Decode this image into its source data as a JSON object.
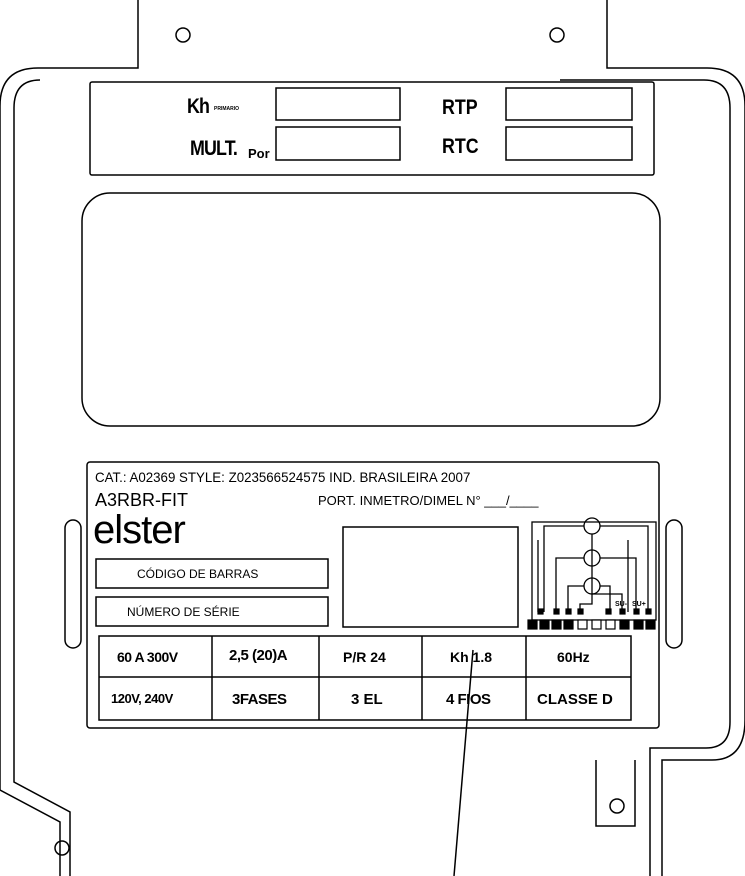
{
  "header": {
    "kh_label": "Kh",
    "kh_sub": "PRIMARIO",
    "mult_label": "MULT.",
    "mult_sub": "Por",
    "rtp_label": "RTP",
    "rtc_label": "RTC"
  },
  "plate": {
    "cat_line": "CAT.: A02369   STYLE: Z023566524575   IND. BRASILEIRA   2007",
    "model": "A3RBR-FIT",
    "port_inmetro": "PORT. INMETRO/DIMEL N° ___/____",
    "brand": "elster",
    "barcode_label": "CÓDIGO DE BARRAS",
    "serial_label": "NÚMERO DE SÉRIE",
    "terminal_labels": [
      "SU-",
      "SU+"
    ]
  },
  "specs": {
    "rows": [
      [
        "60 A 300V",
        "2,5 (20)A",
        "P/R 24",
        "Kh 1.8",
        "60Hz"
      ],
      [
        "120V, 240V",
        "3FASES",
        "3 EL",
        "4 FIOS",
        "CLASSE D"
      ]
    ]
  },
  "colors": {
    "line": "#000000",
    "background": "#ffffff"
  }
}
